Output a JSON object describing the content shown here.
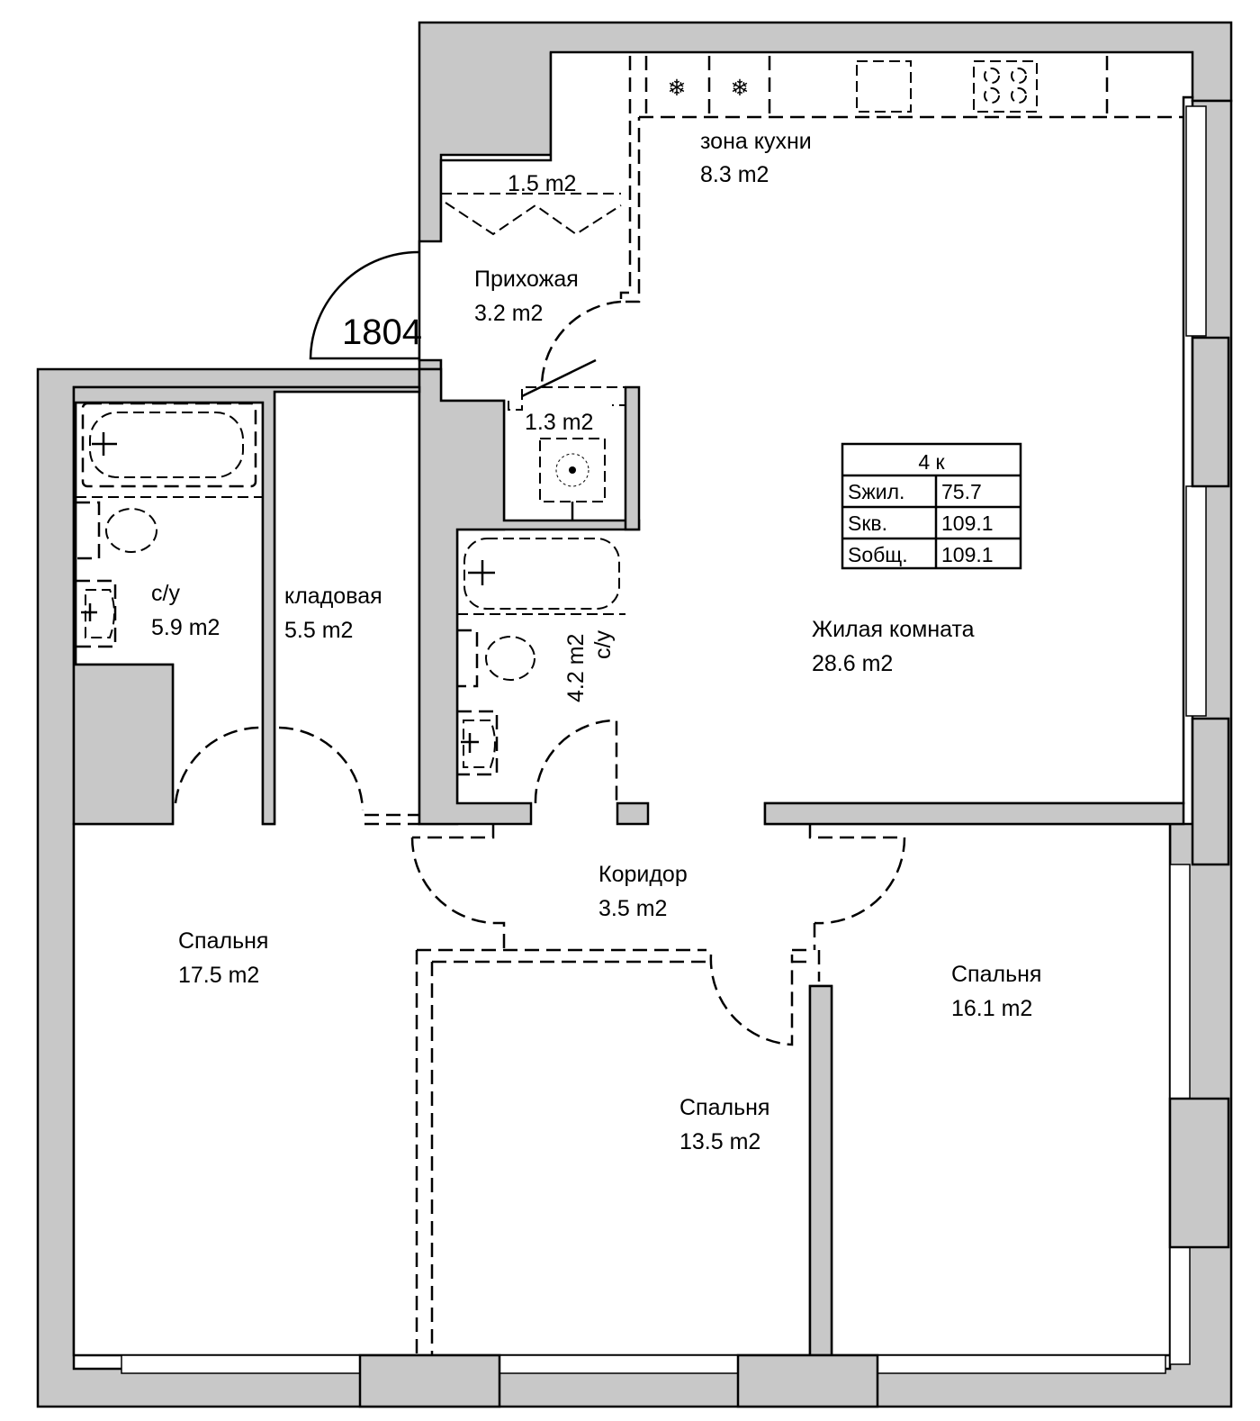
{
  "apartment": {
    "number": "1804",
    "summary": {
      "type": "4 к",
      "rows": [
        {
          "label": "Sжил.",
          "value": "75.7"
        },
        {
          "label": "Sкв.",
          "value": "109.1"
        },
        {
          "label": "Sобщ.",
          "value": "109.1"
        }
      ]
    }
  },
  "rooms": {
    "kitchen": {
      "name": "зона кухни",
      "area": "8.3 m2"
    },
    "closet_hall": {
      "name": "",
      "area": "1.5 m2"
    },
    "hallway": {
      "name": "Прихожая",
      "area": "3.2 m2"
    },
    "utility": {
      "name": "",
      "area": "1.3 m2"
    },
    "living": {
      "name": "Жилая комната",
      "area": "28.6 m2"
    },
    "bath1": {
      "name": "с/у",
      "area": "5.9 m2"
    },
    "storage": {
      "name": "кладовая",
      "area": "5.5 m2"
    },
    "bath2": {
      "name": "с/у",
      "area": "4.2 m2"
    },
    "corridor": {
      "name": "Коридор",
      "area": "3.5 m2"
    },
    "bed1": {
      "name": "Спальня",
      "area": "17.5 m2"
    },
    "bed2": {
      "name": "Спальня",
      "area": "13.5 m2"
    },
    "bed3": {
      "name": "Спальня",
      "area": "16.1 m2"
    }
  },
  "icons": {
    "fridge": "snowflake-icon",
    "freezer": "snowflake-icon",
    "sink": "kitchen-sink-icon",
    "stove": "stove-icon",
    "bathtub": "bathtub-icon",
    "toilet": "toilet-icon",
    "washbasin": "washbasin-icon",
    "boiler": "boiler-icon"
  }
}
